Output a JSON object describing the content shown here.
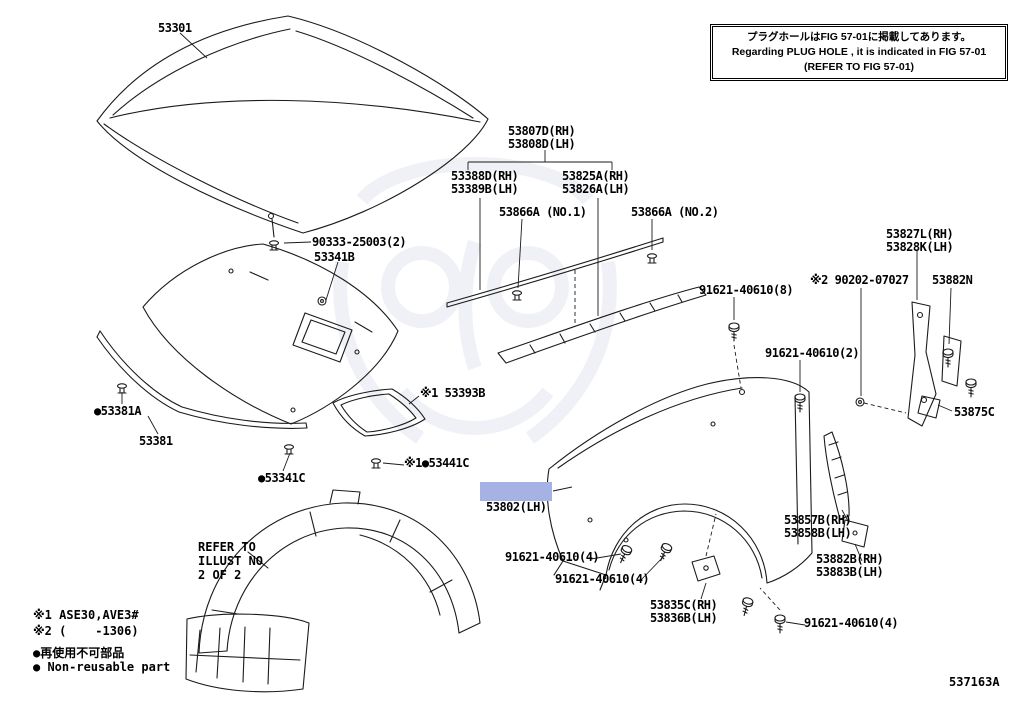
{
  "notice_box": {
    "line1": "プラグホールはFIG 57-01に掲載してあります。",
    "line2": "Regarding PLUG HOLE , it is indicated in FIG 57-01",
    "line3": "(REFER TO FIG 57-01)"
  },
  "refer_note": {
    "line1": "REFER TO",
    "line2": "ILLUST NO",
    "line3": "2 OF 2"
  },
  "legend": {
    "note1": "※1 ASE30,AVE3#",
    "note2": "※2 (    -1306)",
    "note3": "●再使用不可部品",
    "note4": "● Non-reusable part"
  },
  "diagram_number": "537163A",
  "highlight_color": "#a6b2e4",
  "labels": [
    {
      "part": "hood-panel",
      "lines": [
        "53301"
      ]
    },
    {
      "part": "hood-clip",
      "lines": [
        "90333-25003(2)"
      ]
    },
    {
      "part": "hood-insulator",
      "lines": [
        "53341B"
      ]
    },
    {
      "part": "hood-lock-support",
      "lines": [
        "53807D(RH)",
        "53808D(LH)"
      ]
    },
    {
      "part": "cowl-seal-rod",
      "lines": [
        "53388D(RH)",
        "53389B(LH)"
      ]
    },
    {
      "part": "cowl-louver",
      "lines": [
        "53825A(RH)",
        "53826A(LH)"
      ]
    },
    {
      "part": "seal-clip-no1",
      "lines": [
        "53866A (NO.1)"
      ]
    },
    {
      "part": "seal-clip-no2",
      "lines": [
        "53866A (NO.2)"
      ]
    },
    {
      "part": "fender-hinge",
      "lines": [
        "53827L(RH)",
        "53828K(LH)"
      ]
    },
    {
      "part": "grommet",
      "lines": [
        "※2 90202-07027"
      ]
    },
    {
      "part": "hinge-cover",
      "lines": [
        "53882N"
      ]
    },
    {
      "part": "fender-bolt-8",
      "lines": [
        "91621-40610(8)"
      ]
    },
    {
      "part": "fender-bolt-2",
      "lines": [
        "91621-40610(2)"
      ]
    },
    {
      "part": "fender-seal",
      "lines": [
        "53875C"
      ]
    },
    {
      "part": "hood-plate",
      "lines": [
        "※1 53393B"
      ]
    },
    {
      "part": "seal-clip-a",
      "lines": [
        "●53381A"
      ]
    },
    {
      "part": "hood-seal",
      "lines": [
        "53381"
      ]
    },
    {
      "part": "insulator-clip",
      "lines": [
        "●53341C"
      ]
    },
    {
      "part": "plate-screw",
      "lines": [
        "※1●53441C"
      ]
    },
    {
      "part": "fender-panel",
      "lines": [
        "53802(LH)"
      ],
      "highlighted": true
    },
    {
      "part": "fender-bolt-4a",
      "lines": [
        "91621-40610(4)"
      ]
    },
    {
      "part": "fender-bolt-4b",
      "lines": [
        "91621-40610(4)"
      ]
    },
    {
      "part": "fender-bracket",
      "lines": [
        "53835C(RH)",
        "53836B(LH)"
      ]
    },
    {
      "part": "fender-stay",
      "lines": [
        "53857B(RH)",
        "53858B(LH)"
      ]
    },
    {
      "part": "fender-bracket-rear",
      "lines": [
        "53882B(RH)",
        "53883B(LH)"
      ]
    },
    {
      "part": "fender-bolt-4c",
      "lines": [
        "91621-40610(4)"
      ]
    }
  ]
}
